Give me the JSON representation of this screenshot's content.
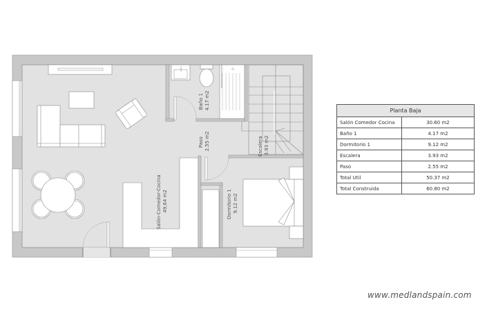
{
  "plan": {
    "title": "Planta Baja",
    "colors": {
      "wall": "#c8c8c8",
      "floor": "#e2e2e2",
      "outline": "#888888",
      "furniture": "#ffffff"
    },
    "rooms": [
      {
        "name": "Salón-Comedor-Cocina",
        "area": "49,64 m2"
      },
      {
        "name": "Baño 1",
        "area": "4.17 m2"
      },
      {
        "name": "Paso",
        "area": "2.55 m2"
      },
      {
        "name": "Escalera",
        "area": "3.93 m2"
      },
      {
        "name": "Dormitorio 1",
        "area": "9.12 m2"
      }
    ]
  },
  "table": {
    "header": "Planta Baja",
    "rows": [
      {
        "label": "Salón Comedor Cocina",
        "value": "30.60 m2"
      },
      {
        "label": "Baño 1",
        "value": "4.17 m2"
      },
      {
        "label": "Dormitorio 1",
        "value": "9.12 m2"
      },
      {
        "label": "Escalera",
        "value": "3.93 m2"
      },
      {
        "label": "Paso",
        "value": "2.55 m2"
      },
      {
        "label": "Total Util",
        "value": "50.37 m2"
      },
      {
        "label": "Total Construida",
        "value": "60.80 m2"
      }
    ]
  },
  "watermark": "www.medlandspain.com"
}
